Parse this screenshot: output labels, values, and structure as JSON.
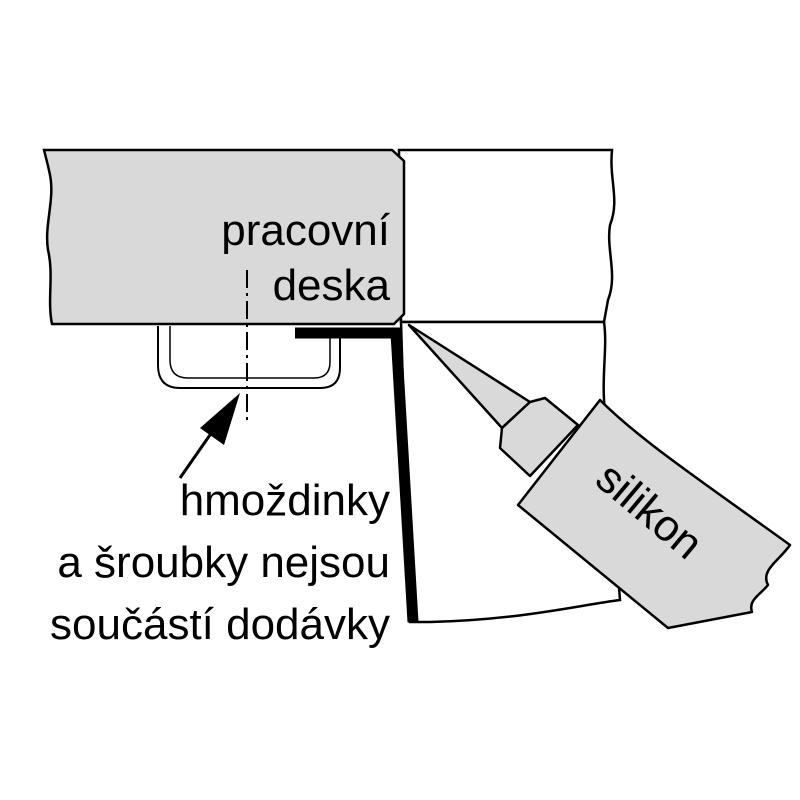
{
  "labels": {
    "worktop": [
      "pracovní",
      "deska"
    ],
    "dowels_note": [
      "hmoždinky",
      "a šroubky nejsou",
      "součástí dodávky"
    ],
    "sealant": "silikon"
  },
  "colors": {
    "panel_fill": "#d9d9d9",
    "line": "#000000",
    "background": "#ffffff"
  }
}
